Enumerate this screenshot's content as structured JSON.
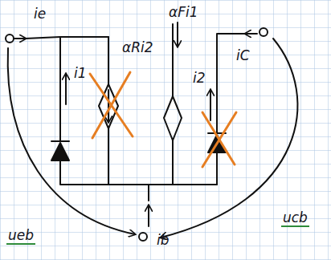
{
  "diagram": {
    "labels": [
      "ie",
      "i1",
      "αRi2",
      "αFi1",
      "i2",
      "iC",
      "ueb",
      "ucb",
      "ib"
    ]
  }
}
